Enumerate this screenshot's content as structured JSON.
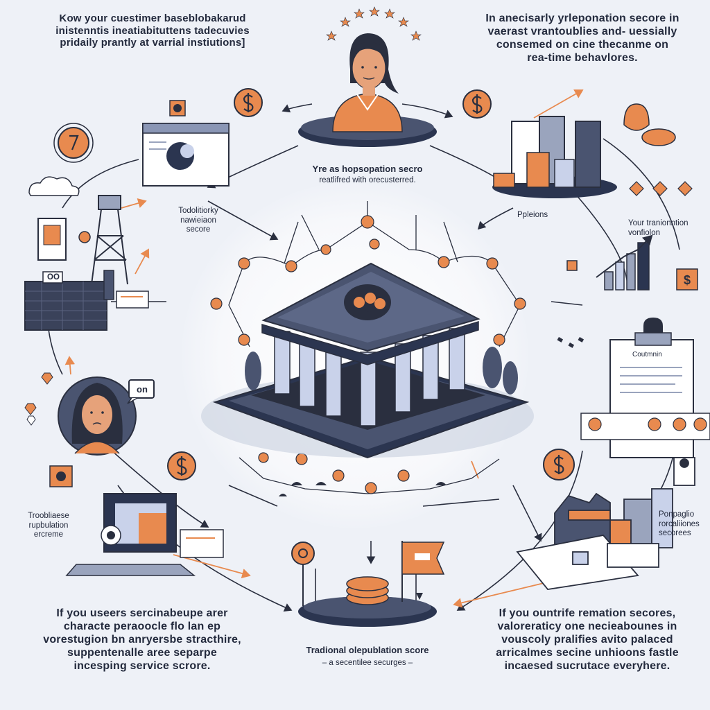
{
  "texts": {
    "top_left": "Kow your cuestimer baseblobakarud\ninistenntis ineatiabituttens tadecuvies\npridaily prantly at varrial instiutions]",
    "top_right": "In anecisarly yrleponation secore in\nvaerast vrantoublies and- uessially\nconsemed on cine thecanme on\nrea-time behavlores.",
    "center_caption_1": "Yre as hopsopation secro",
    "center_caption_2": "reatlifred with orecusterred.",
    "left_upper_label": "Todolitiorky\nnawieiaon\nsecore",
    "right_upper_label": "Ppleions",
    "right_mid_label": "Your tranionntion\nvonfiolon",
    "left_lower_label": "Troobliaese\nrupbulation\nercreme",
    "right_lower_label": "Ponpaglio\nrorcaliiones\nsecorees",
    "bottom_left": "If you useers sercinabeupe arer\ncharacte peraoocle flo lan ep\nvorestugion bn anryersbe stracthire,\nsuppentenalle aree separpe\nincesping service scrore.",
    "bottom_right": "If you ountrife remation secores,\nvaloreraticy one necieabounes in\nvouscoly pralifies avito palaced\narricalmes secine unhioons fastle\nincaesed sucrutace everyhere.",
    "bottom_center_title": "Tradional olepublation score",
    "bottom_center_sub": "– a secentilee securges –",
    "bubble_left": "on",
    "window_tag": "OO",
    "doc_title": "Coutmnin",
    "coin_symbol": "$"
  },
  "colors": {
    "accent": "#e88a4f",
    "navy": "#2b3550",
    "background": "#eef1f7",
    "line": "#2a2f3f"
  }
}
